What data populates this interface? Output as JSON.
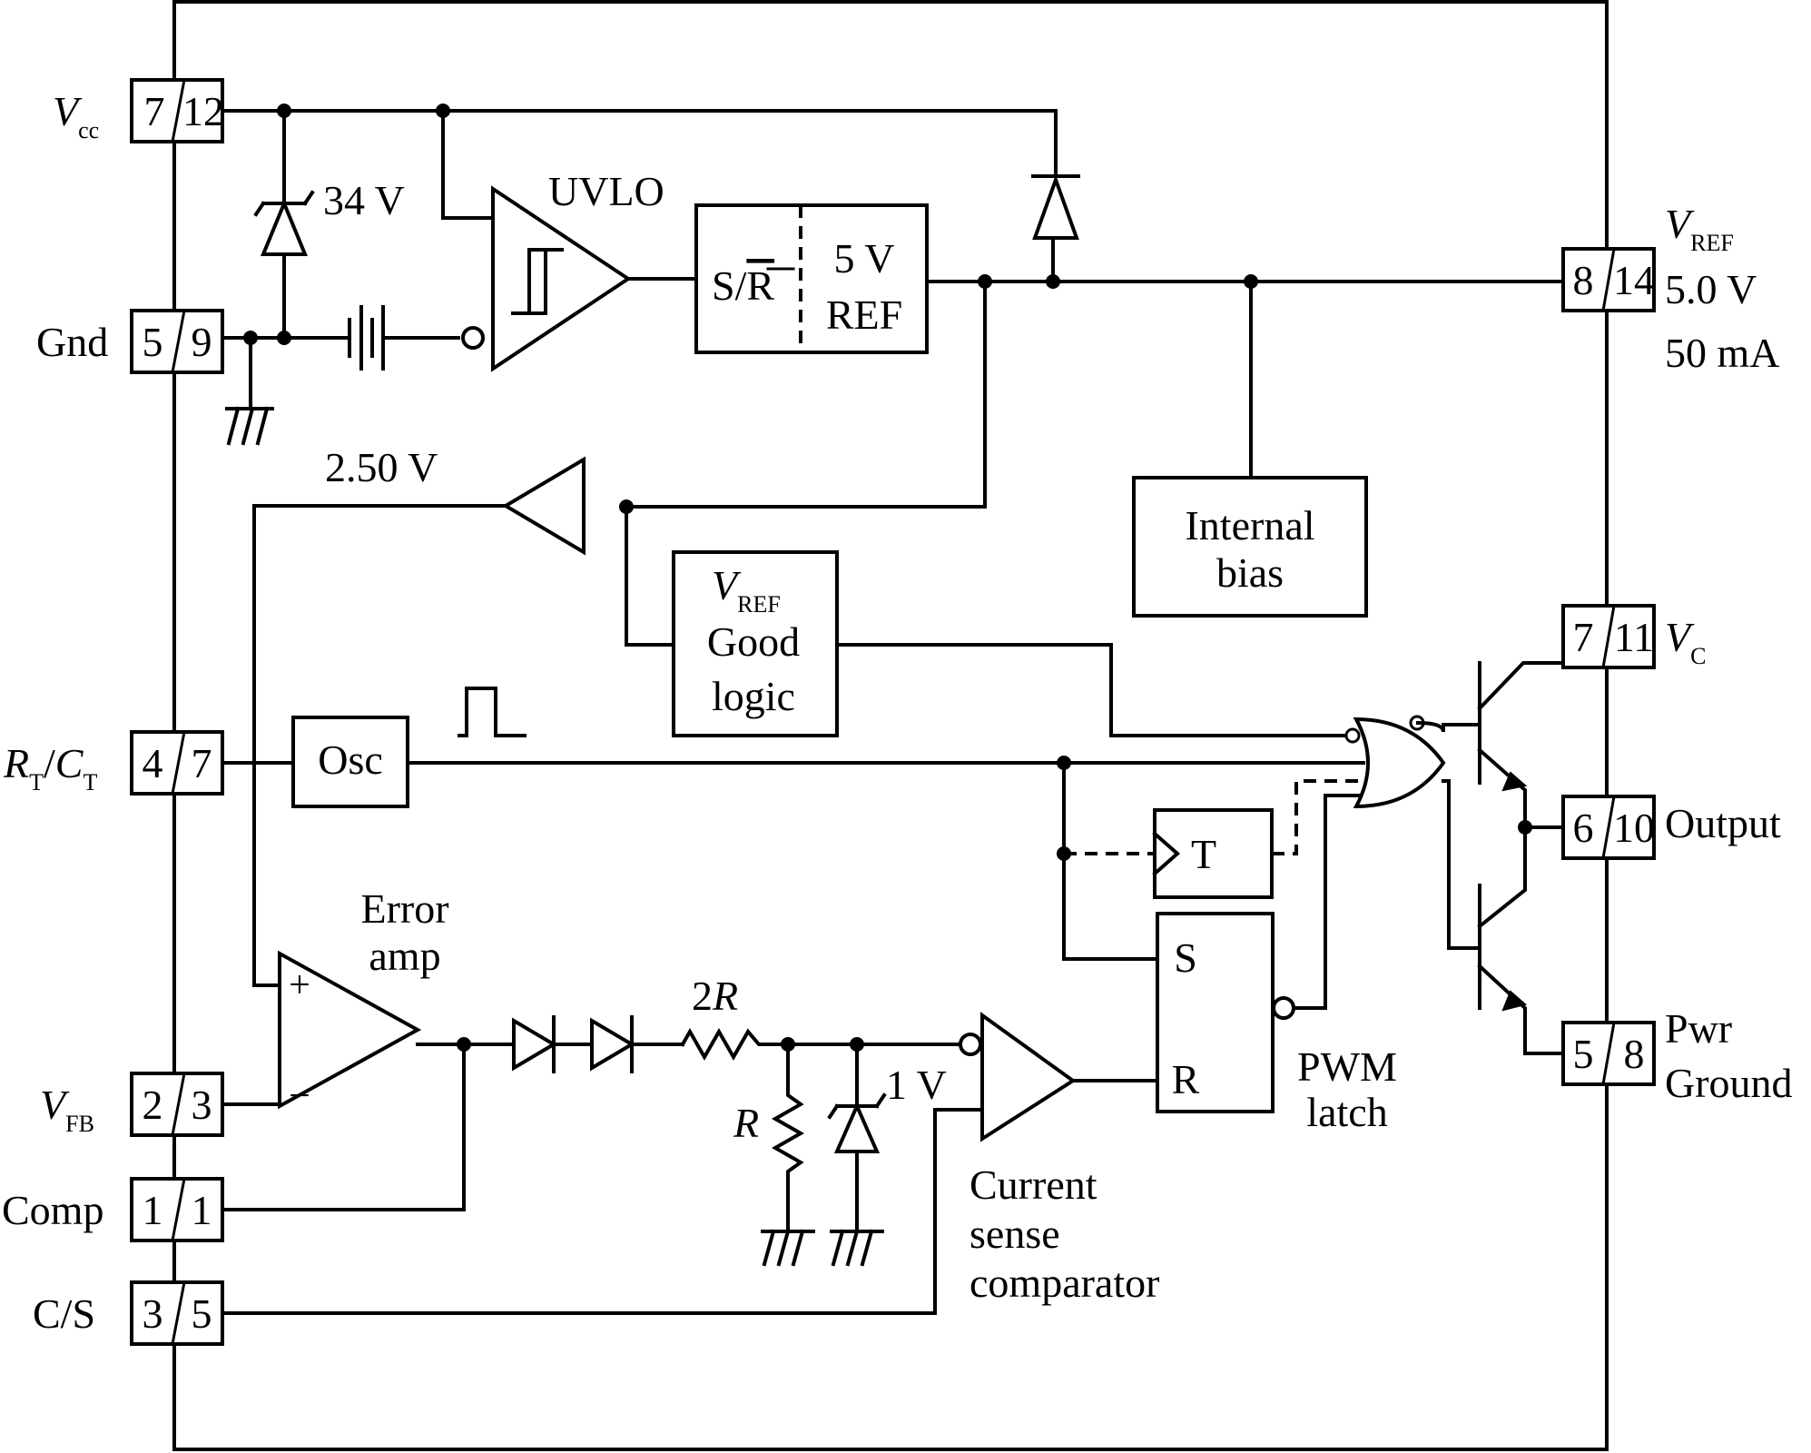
{
  "pins": {
    "vcc": {
      "sym": "V",
      "sub": "cc",
      "a": "7",
      "b": "12"
    },
    "gnd": {
      "label": "Gnd",
      "a": "5",
      "b": "9"
    },
    "rtct": {
      "r": "R",
      "rsub": "T",
      "slash": "/",
      "c": "C",
      "csub": "T",
      "a": "4",
      "b": "7"
    },
    "vfb": {
      "sym": "V",
      "sub": "FB",
      "a": "2",
      "b": "3"
    },
    "comp": {
      "label": "Comp",
      "a": "1",
      "b": "1"
    },
    "cs": {
      "label": "C/S",
      "a": "3",
      "b": "5"
    },
    "vref": {
      "sym": "V",
      "sub": "REF",
      "a": "8",
      "b": "14",
      "voltage": "5.0 V",
      "current": "50 mA"
    },
    "vc": {
      "sym": "V",
      "sub": "C",
      "a": "7",
      "b": "11"
    },
    "output": {
      "label": "Output",
      "a": "6",
      "b": "10"
    },
    "pwrgnd": {
      "line1": "Pwr",
      "line2": "Ground",
      "a": "5",
      "b": "8"
    }
  },
  "blocks": {
    "uvlo": "UVLO",
    "sr_s": "S/",
    "sr_r": "R",
    "ref_l1": "5 V",
    "ref_l2": "REF",
    "bias_l1": "Internal",
    "bias_l2": "bias",
    "vrefgood_sym": "V",
    "vrefgood_sub": "REF",
    "vrefgood_l2": "Good",
    "vrefgood_l3": "logic",
    "osc": "Osc",
    "toggle": "T",
    "latch_s": "S",
    "latch_r": "R",
    "latch_l1": "PWM",
    "latch_l2": "latch",
    "erramp_l1": "Error",
    "erramp_l2": "amp",
    "plus": "+",
    "minus": "−",
    "cs_l1": "Current",
    "cs_l2": "sense",
    "cs_l3": "comparator"
  },
  "labels": {
    "zener": "34 V",
    "vref_buf": "2.50 V",
    "r2_num": "2",
    "r2_sym": "R",
    "r1_sym": "R",
    "clamp": "1 V"
  }
}
